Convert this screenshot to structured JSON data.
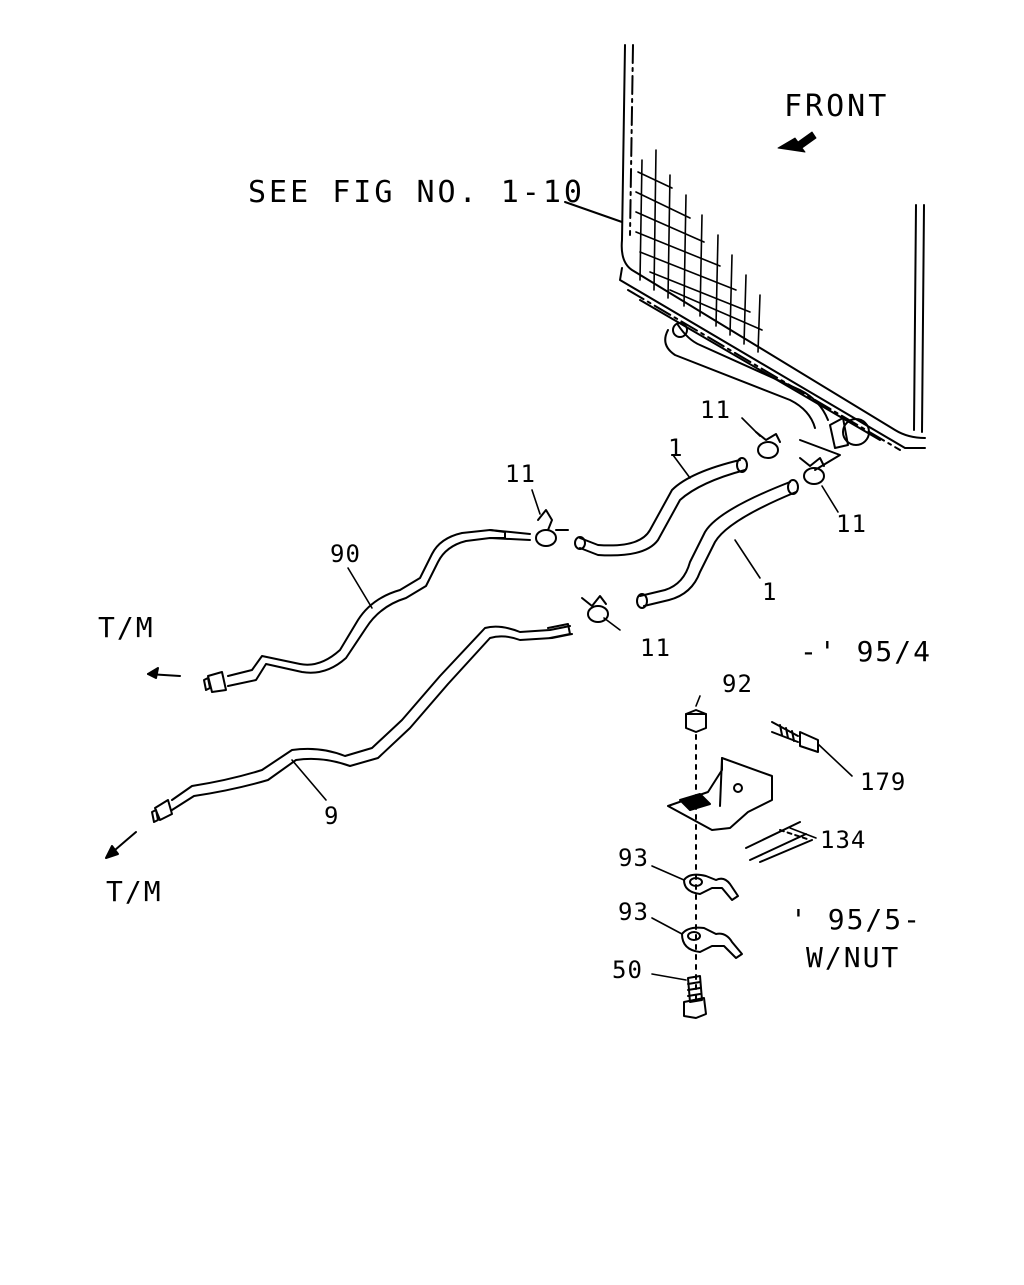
{
  "labels": {
    "front": "FRONT",
    "see_fig": "SEE FIG NO. 1-10",
    "tm_top": "T/M",
    "tm_bottom": "T/M",
    "range_early": "-' 95/4",
    "range_late": "' 95/5-",
    "with_nut": "W/NUT"
  },
  "callouts": {
    "p11_a": "11",
    "p11_b": "11",
    "p11_c": "11",
    "p11_d": "11",
    "p1_a": "1",
    "p1_b": "1",
    "p90": "90",
    "p9": "9",
    "p92": "92",
    "p179": "179",
    "p134": "134",
    "p93_a": "93",
    "p93_b": "93",
    "p50": "50"
  }
}
